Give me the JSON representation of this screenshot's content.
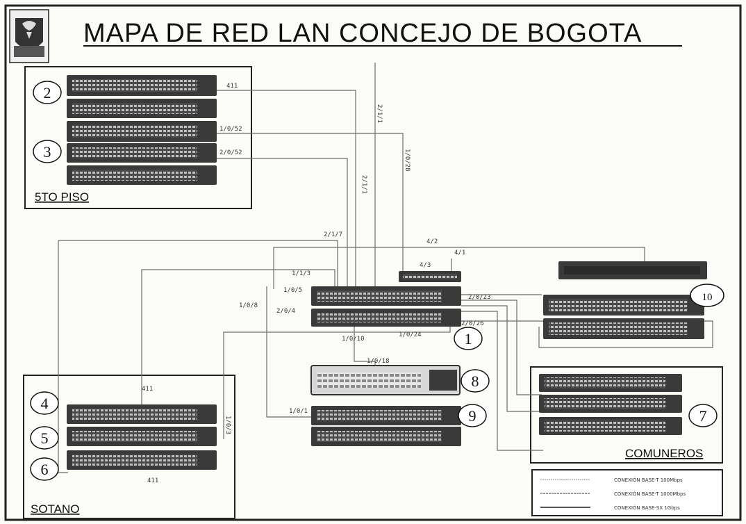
{
  "title": "MAPA DE RED LAN CONCEJO DE BOGOTA",
  "zones": {
    "piso5": "5TO PISO",
    "sotano": "SOTANO",
    "comuneros": "COMUNEROS"
  },
  "nodes": [
    "2",
    "3",
    "4",
    "5",
    "6",
    "1",
    "8",
    "9",
    "10",
    "7"
  ],
  "ports": {
    "p_411_top": "411",
    "p_2_1_1": "2/1/1",
    "p_1_0_52": "1/0/52",
    "p_2_0_52": "2/0/52",
    "p_1_0_28": "1/0/28",
    "p_2_1_1b": "2/1/1",
    "p_2_1_7": "2/1/7",
    "p_1_1_3": "1/1/3",
    "p_1_0_5": "1/0/5",
    "p_1_0_8": "1/0/8",
    "p_2_0_4": "2/0/4",
    "p_1_0_10": "1/0/10",
    "p_1_0_24": "1/0/24",
    "p_1_0_18": "1/0/18",
    "p_1_0_1": "1/0/1",
    "p_4_2": "4/2",
    "p_4_1": "4/1",
    "p_4_3": "4/3",
    "p_2_0_23": "2/0/23",
    "p_2_0_26": "2/0/26",
    "p_411_sot": "411",
    "p_1_0_3": "1/0/3",
    "p_411_bot": "411"
  },
  "legend": [
    {
      "label": "CONEXIÓN BASE-T 100Mbps"
    },
    {
      "label": "CONEXIÓN BASE-T 1000Mbps"
    },
    {
      "label": "CONEXIÓN BASE-SX 1Gbps"
    }
  ],
  "colors": {
    "line": "#6b6b6b",
    "frame": "#222222",
    "switch": "#3a3a3a"
  }
}
